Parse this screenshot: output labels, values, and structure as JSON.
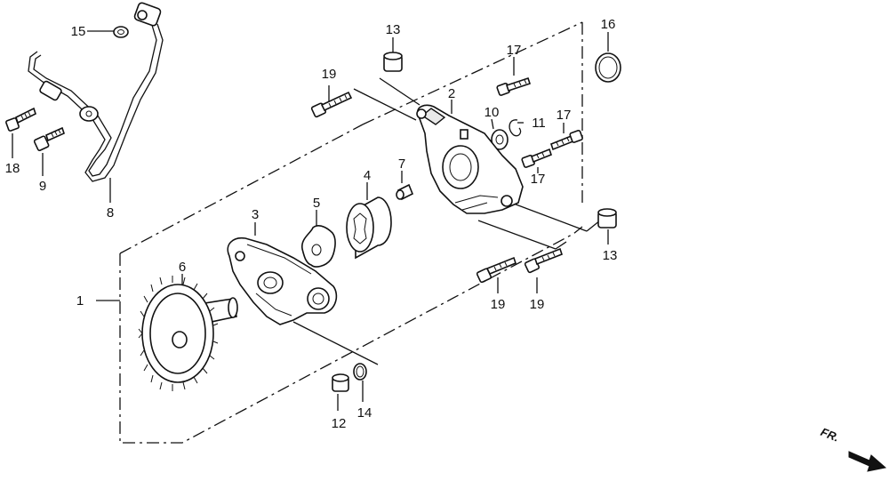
{
  "diagram": {
    "labels": {
      "p1": "1",
      "p2": "2",
      "p3": "3",
      "p4": "4",
      "p5": "5",
      "p6": "6",
      "p7": "7",
      "p8": "8",
      "p9": "9",
      "p10": "10",
      "p11": "11",
      "p12": "12",
      "p13a": "13",
      "p13b": "13",
      "p14": "14",
      "p15": "15",
      "p16": "16",
      "p17a": "17",
      "p17b": "17",
      "p17c": "17",
      "p18": "18",
      "p19a": "19",
      "p19b": "19",
      "p19c": "19"
    },
    "direction_label": "FR."
  }
}
